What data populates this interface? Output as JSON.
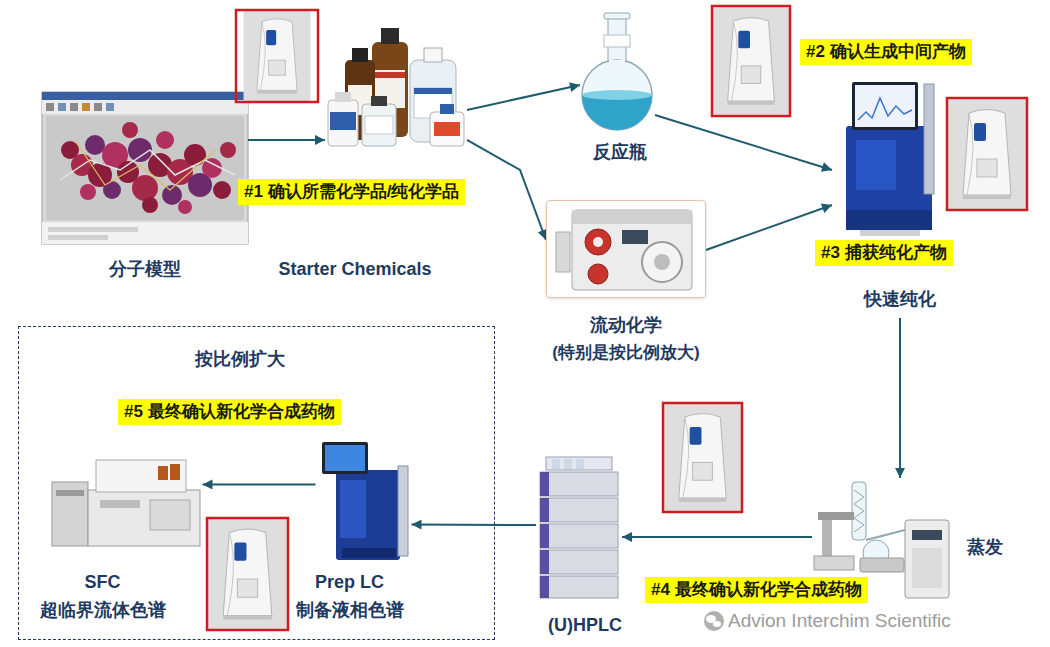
{
  "diagram": {
    "nodes": [
      {
        "text": [
          "分子模型"
        ]
      },
      {
        "text": [
          "Starter Chemicals"
        ]
      },
      {
        "text": [
          "反应瓶"
        ]
      },
      {
        "text": [
          "流动化学",
          "(特别是按比例放大)"
        ]
      },
      {
        "text": [
          "快速纯化"
        ]
      },
      {
        "text": [
          "蒸发"
        ]
      },
      {
        "text": [
          "(U)HPLC"
        ]
      },
      {
        "text": [
          "按比例扩大"
        ]
      },
      {
        "text": [
          "SFC",
          "超临界流体色谱"
        ],
        "in": 7
      },
      {
        "text": [
          "Prep LC",
          "制备液相色谱"
        ],
        "in": 7
      }
    ],
    "edges": [
      {
        "from": 0,
        "to": 1,
        "arrow": "to"
      },
      {
        "from": 1,
        "to": 2,
        "arrow": "to"
      },
      {
        "from": 1,
        "to": 3,
        "arrow": "to"
      },
      {
        "from": 2,
        "to": 4,
        "arrow": "to"
      },
      {
        "from": 3,
        "to": 4,
        "arrow": "to"
      },
      {
        "from": 4,
        "to": 5,
        "arrow": "to"
      },
      {
        "from": 5,
        "to": 6,
        "arrow": "to"
      },
      {
        "from": 6,
        "to": 9,
        "arrow": "to"
      },
      {
        "from": 9,
        "to": 8,
        "arrow": "to"
      }
    ],
    "labels": [
      "#1 确认所需化学品/纯化学品",
      "#2 确认生成中间产物",
      "#3 捕获纯化产物",
      "#4 最终确认新化学合成药物",
      "#5 最终确认新化学合成药物",
      "Advion Interchim Scientific"
    ]
  }
}
